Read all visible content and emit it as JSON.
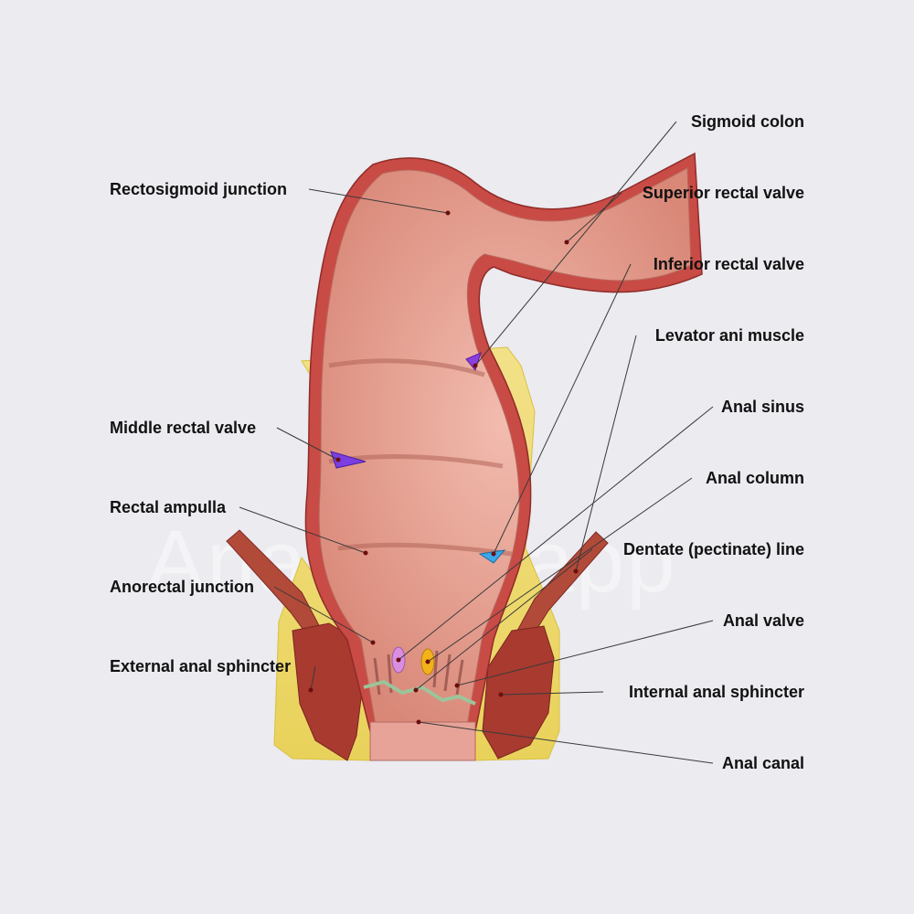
{
  "watermark": "Anatomy.app",
  "labels": {
    "sigmoid_colon": "Sigmoid colon",
    "rectosigmoid_junction": "Rectosigmoid junction",
    "superior_rectal_valve": "Superior rectal valve",
    "inferior_rectal_valve": "Inferior rectal valve",
    "levator_ani_muscle": "Levator ani muscle",
    "anal_sinus": "Anal sinus",
    "middle_rectal_valve": "Middle rectal valve",
    "anal_column": "Anal column",
    "rectal_ampulla": "Rectal ampulla",
    "dentate_line": "Dentate (pectinate) line",
    "anorectal_junction": "Anorectal junction",
    "anal_valve": "Anal valve",
    "external_anal_sphincter": "External anal sphincter",
    "internal_anal_sphincter": "Internal anal sphincter",
    "anal_canal": "Anal canal"
  },
  "colors": {
    "background": "#ebebf0",
    "mucosa": "#e8a092",
    "wall": "#c94b45",
    "fat": "#f2dd72",
    "muscle": "#b23a2e",
    "valve_purple": "#8a3fe0",
    "valve_blue": "#3aa7e8",
    "sinus_pink": "#d98ee0",
    "column_orange": "#f2b21c",
    "dentate_green": "#9cc49a"
  }
}
